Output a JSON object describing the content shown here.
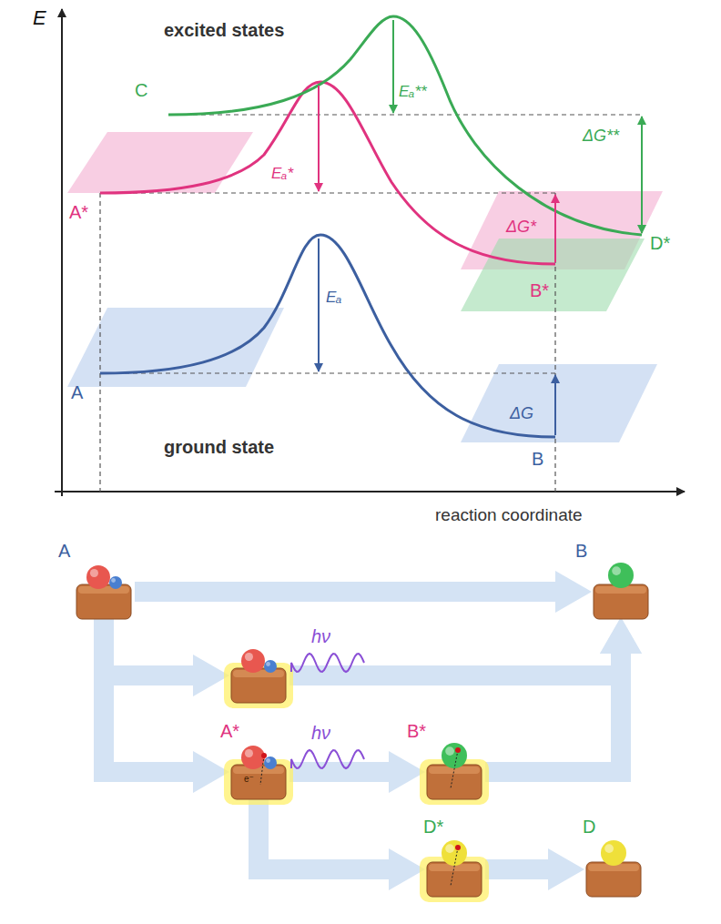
{
  "diagram": {
    "nodes": [
      {
        "text": [
          "A"
        ]
      },
      {
        "text": [
          "B"
        ]
      },
      {
        "text": [
          "hν"
        ]
      },
      {
        "text": [
          "A*",
          "hν"
        ]
      },
      {
        "text": [
          "B*"
        ]
      },
      {
        "text": [
          "D*"
        ]
      },
      {
        "text": [
          "D"
        ]
      }
    ],
    "edges": [
      {
        "from": 0,
        "to": 1,
        "arrow": "to"
      },
      {
        "from": 0,
        "to": 2,
        "arrow": "to"
      },
      {
        "from": 0,
        "to": 3,
        "arrow": "to"
      },
      {
        "from": 2,
        "to": 1,
        "arrow": "to"
      },
      {
        "from": 3,
        "to": 4,
        "arrow": "to"
      },
      {
        "from": 4,
        "to": 1,
        "arrow": "to"
      },
      {
        "from": 3,
        "to": 5,
        "arrow": "to"
      },
      {
        "from": 5,
        "to": 6,
        "arrow": "to"
      }
    ],
    "labels": [
      "E",
      "excited states",
      "C",
      "Eₐ**",
      "ΔG**",
      "A*",
      "Eₐ*",
      "ΔG*",
      "D*",
      "B*",
      "Eₐ",
      "A",
      "ΔG",
      "ground state",
      "B",
      "reaction coordinate",
      "e⁻"
    ]
  }
}
